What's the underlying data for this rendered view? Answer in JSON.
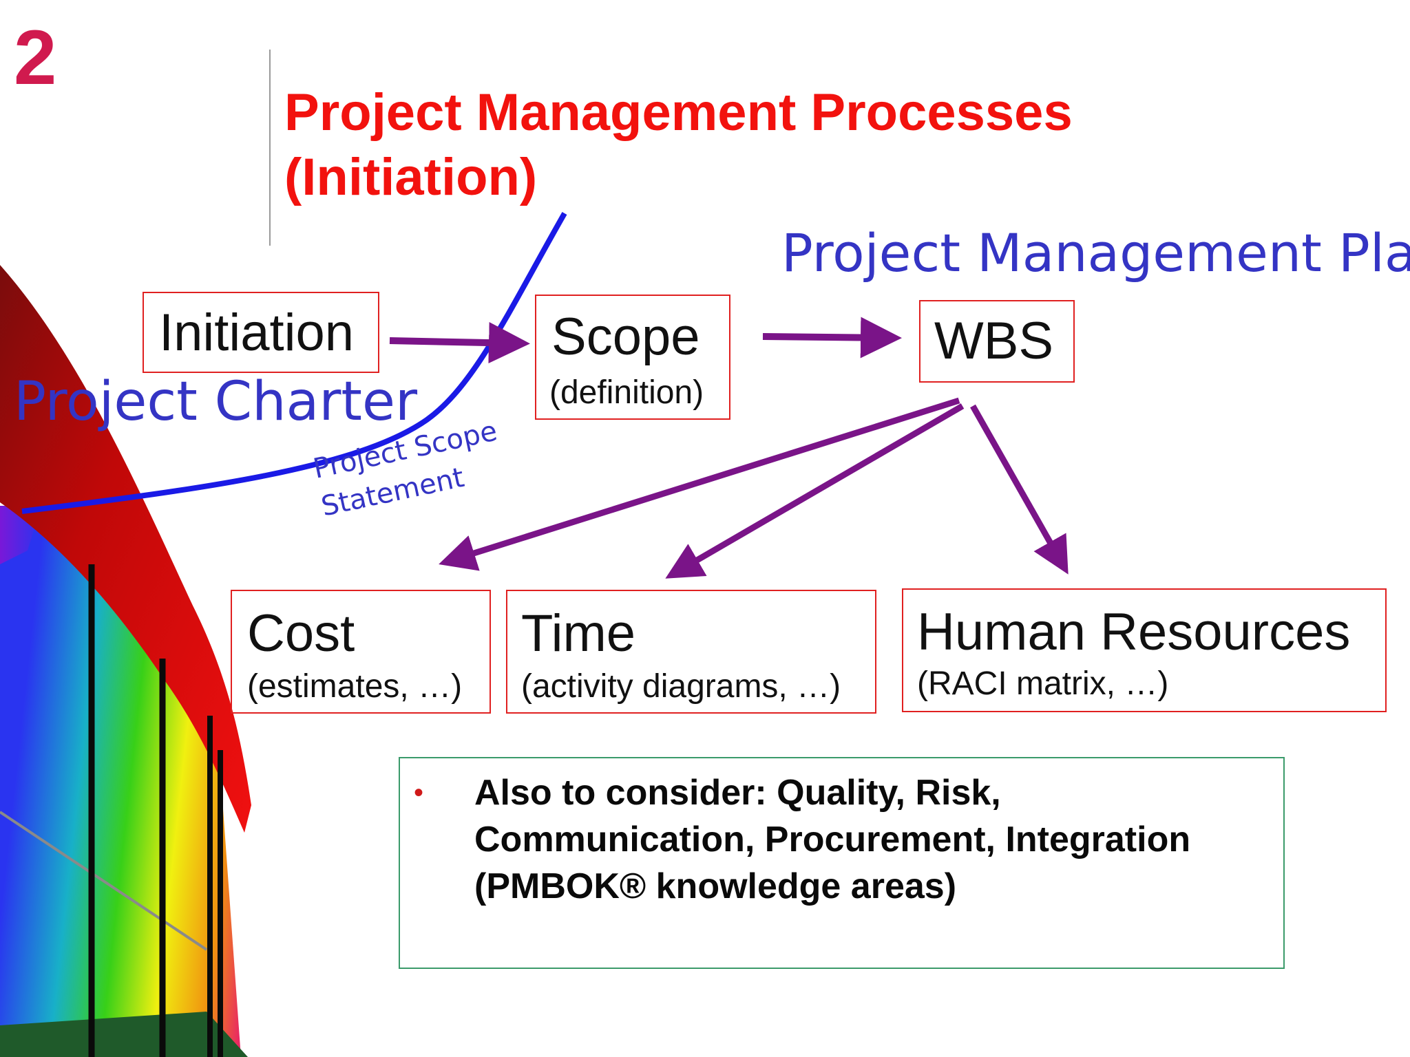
{
  "slide_number": "2",
  "title": "Project Management Processes (Initiation)",
  "labels": {
    "project_management_plan": "Project Management Plan",
    "project_charter": "Project Charter",
    "project_scope_statement": "Project Scope Statement"
  },
  "boxes": {
    "initiation": {
      "main": "Initiation"
    },
    "scope": {
      "main": "Scope",
      "sub": "(definition)"
    },
    "wbs": {
      "main": "WBS"
    },
    "cost": {
      "main": "Cost",
      "sub": "(estimates, …)"
    },
    "time": {
      "main": "Time",
      "sub": "(activity diagrams, …)"
    },
    "human_resources": {
      "main": "Human Resources",
      "sub": "(RACI matrix, …)"
    }
  },
  "note": {
    "bullet": "•",
    "text": "Also to consider: Quality, Risk, Communication, Procurement, Integration (PMBOK® knowledge areas)"
  },
  "colors": {
    "title": "#f2120e",
    "slide_number": "#d01a4e",
    "label_blue": "#3434c4",
    "arrow_purple": "#7a1488",
    "curve_blue": "#1a1ae6",
    "box_border": "#e02020",
    "note_border": "#3a9a6a"
  }
}
